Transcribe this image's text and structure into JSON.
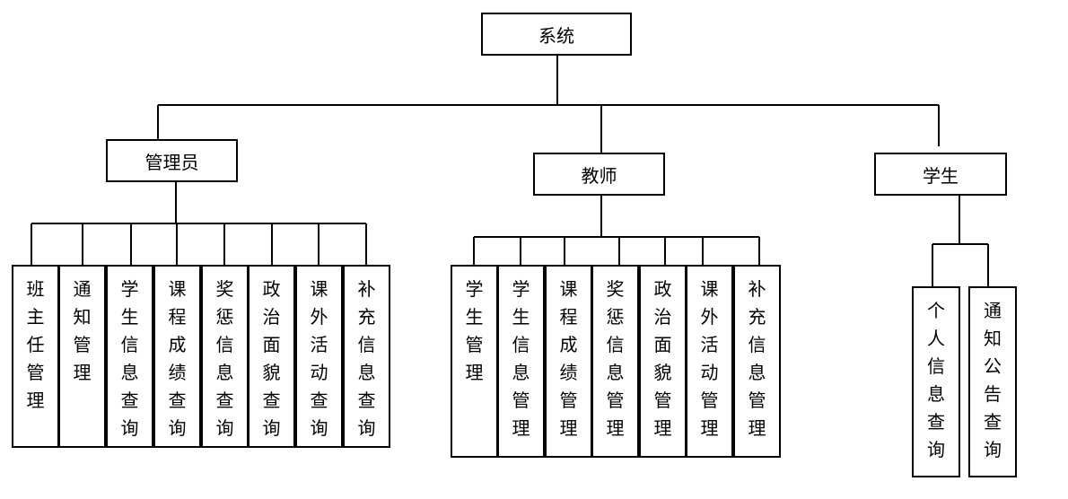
{
  "root": {
    "label": "系统"
  },
  "groups": [
    {
      "label": "管理员",
      "children": [
        "班主任管理",
        "通知管理",
        "学生信息查询",
        "课程成绩查询",
        "奖惩信息查询",
        "政治面貌查询",
        "课外活动查询",
        "补充信息查询"
      ]
    },
    {
      "label": "教师",
      "children": [
        "学生管理",
        "学生信息管理",
        "课程成绩管理",
        "奖惩信息管理",
        "政治面貌管理",
        "课外活动管理",
        "补充信息管理"
      ]
    },
    {
      "label": "学生",
      "children": [
        "个人信息查询",
        "通知公告查询"
      ]
    }
  ]
}
